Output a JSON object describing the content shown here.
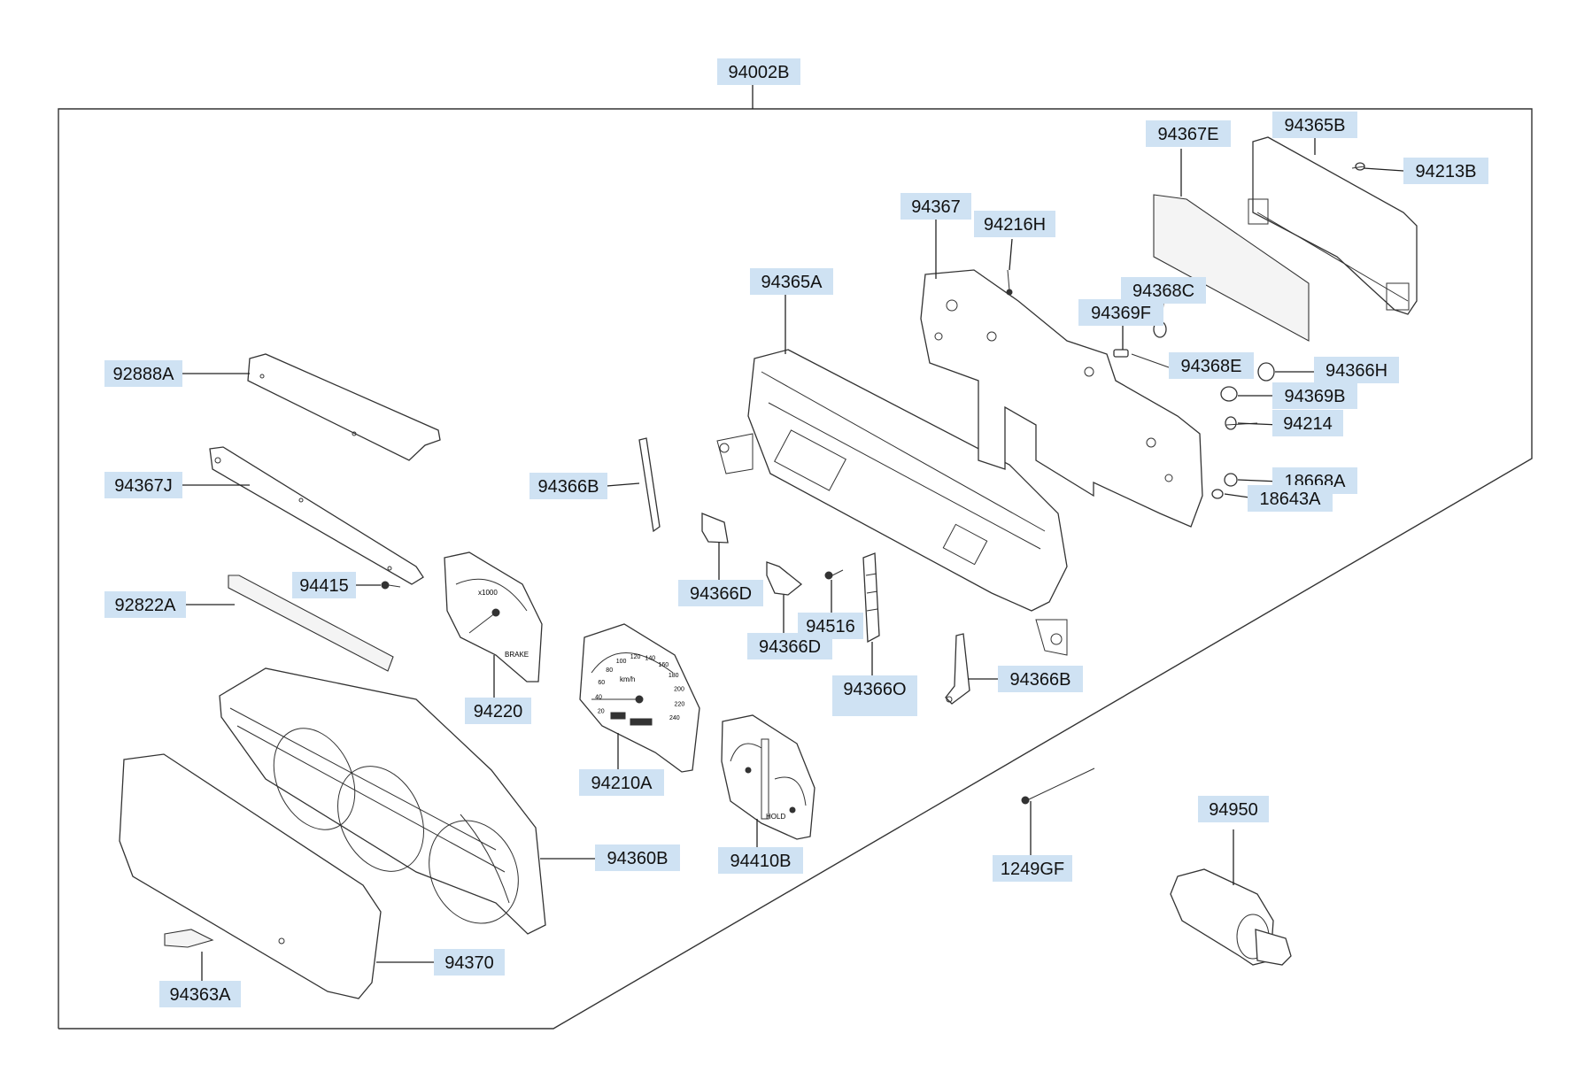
{
  "diagram": {
    "callouts": [
      {
        "id": "c01",
        "text": "94002B"
      },
      {
        "id": "c02",
        "text": "94367E"
      },
      {
        "id": "c03",
        "text": "94365B"
      },
      {
        "id": "c04",
        "text": "94213B"
      },
      {
        "id": "c05",
        "text": "94367"
      },
      {
        "id": "c06",
        "text": "94216H"
      },
      {
        "id": "c07",
        "text": "94365A"
      },
      {
        "id": "c08",
        "text": "94368C"
      },
      {
        "id": "c09",
        "text": "94369F"
      },
      {
        "id": "c10",
        "text": "94368E"
      },
      {
        "id": "c11",
        "text": "94366H"
      },
      {
        "id": "c12",
        "text": "94369B"
      },
      {
        "id": "c13",
        "text": "94214"
      },
      {
        "id": "c14",
        "text": "18668A"
      },
      {
        "id": "c15",
        "text": "18643A"
      },
      {
        "id": "c16",
        "text": "92888A"
      },
      {
        "id": "c17",
        "text": "94367J"
      },
      {
        "id": "c18",
        "text": "94366B"
      },
      {
        "id": "c19",
        "text": "94415"
      },
      {
        "id": "c20",
        "text": "92822A"
      },
      {
        "id": "c21",
        "text": "94366D"
      },
      {
        "id": "c22",
        "text": "94516"
      },
      {
        "id": "c23",
        "text": "94366D"
      },
      {
        "id": "c24",
        "text": "94366O"
      },
      {
        "id": "c25",
        "text": "94366B"
      },
      {
        "id": "c26",
        "text": "94220"
      },
      {
        "id": "c27",
        "text": "94210A"
      },
      {
        "id": "c28",
        "text": "94410B"
      },
      {
        "id": "c29",
        "text": "94360B"
      },
      {
        "id": "c30",
        "text": "1249GF"
      },
      {
        "id": "c31",
        "text": "94950"
      },
      {
        "id": "c32",
        "text": "94370"
      },
      {
        "id": "c33",
        "text": "94363A"
      }
    ],
    "dial_markings": {
      "tach_unit": "x1000",
      "tach_warning": "BRAKE",
      "speed_unit": "km/h",
      "speed_ticks": [
        "20",
        "40",
        "60",
        "80",
        "100",
        "120",
        "140",
        "160",
        "180",
        "200",
        "220",
        "240"
      ],
      "combo_label": "HOLD"
    }
  }
}
